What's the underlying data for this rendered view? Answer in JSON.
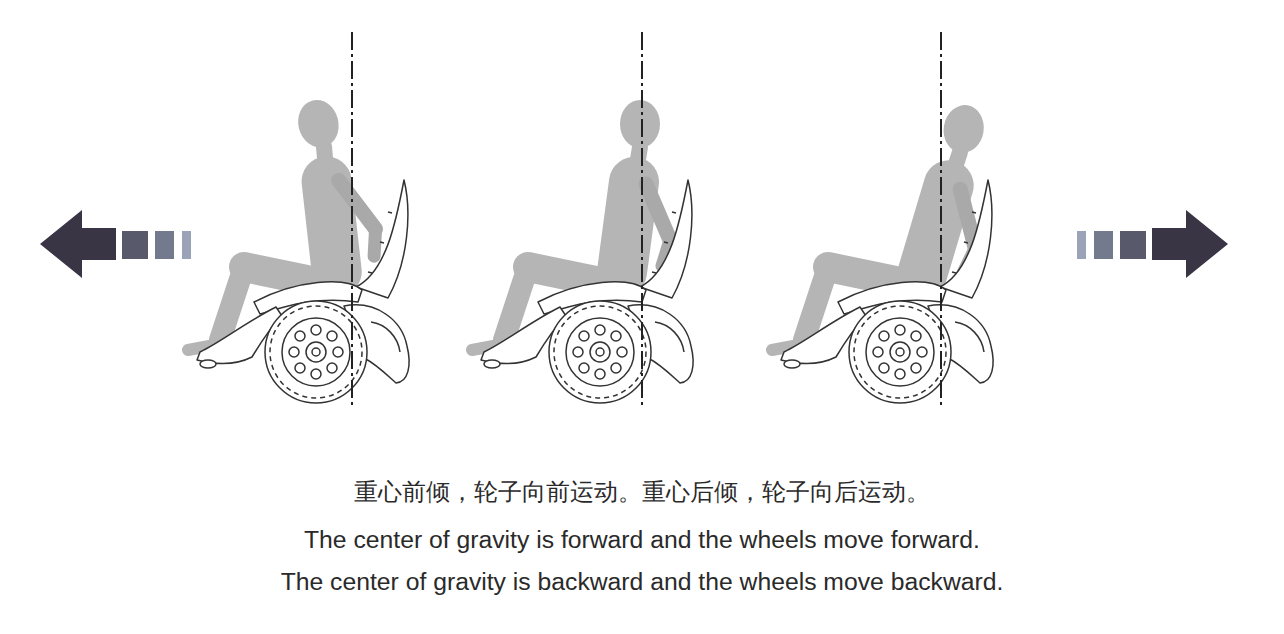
{
  "diagram": {
    "labels": [
      "重心前倾，轮子向前运动。重心后倾，轮子向后运动。",
      "The center of gravity is forward and the wheels move forward.",
      "The center of gravity is backward and the wheels move backward."
    ]
  }
}
